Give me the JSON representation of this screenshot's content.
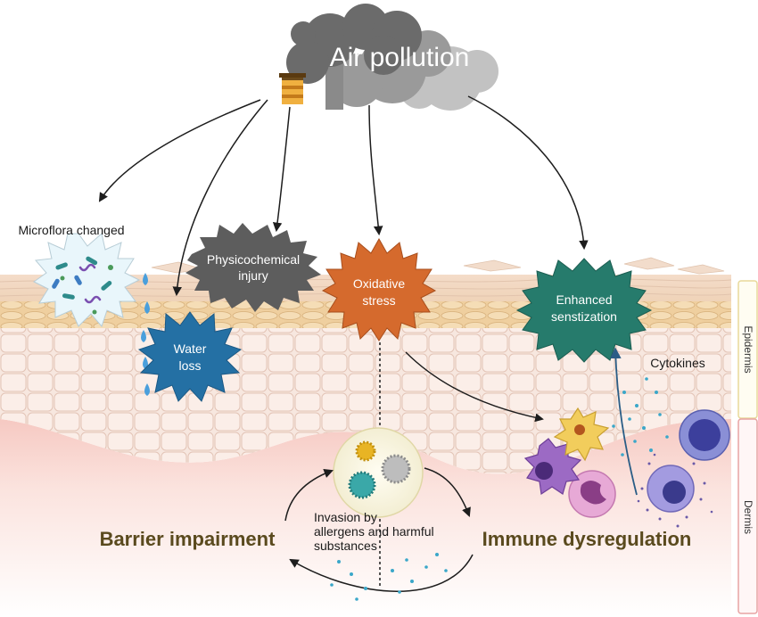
{
  "title": "Air pollution",
  "microflora_label": "Microflora changed",
  "physicochemical": {
    "line1": "Physicochemical",
    "line2": "injury"
  },
  "oxidative": {
    "line1": "Oxidative",
    "line2": "stress"
  },
  "enhanced": {
    "line1": "Enhanced",
    "line2": "senstization"
  },
  "water_loss": {
    "line1": "Water",
    "line2": "loss"
  },
  "cytokines_label": "Cytokines",
  "invasion": {
    "line1": "Invasion by",
    "line2": "allergens and harmful",
    "line3": "substances"
  },
  "barrier_label": "Barrier impairment",
  "immune_label": "Immune dysregulation",
  "epidermis_label": "Epidermis",
  "dermis_label": "Dermis",
  "colors": {
    "smoke": "#6b6b6b",
    "physicochemical": "#5d5d5d",
    "oxidative": "#d56a2d",
    "enhanced": "#267b6c",
    "water_loss": "#2470a4",
    "heading": "#5a4a1e",
    "epidermis_frame": "#e8d99a",
    "dermis_frame": "#e7a3a3"
  }
}
